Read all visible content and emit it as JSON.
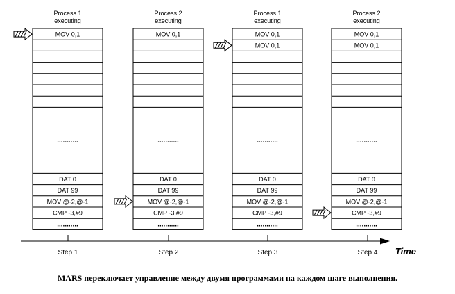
{
  "columns": [
    {
      "header_line1": "Process 1",
      "header_line2": "executing",
      "cells_top": [
        "MOV 0,1",
        "",
        "",
        "",
        "",
        "",
        ""
      ],
      "middle_text": "...........",
      "cells_bottom": [
        "DAT 0",
        "DAT 99",
        "MOV @-2,@-1",
        "CMP -3,#9",
        "..........."
      ],
      "pointer": {
        "section": "top",
        "index": 0
      }
    },
    {
      "header_line1": "Process 2",
      "header_line2": "executing",
      "cells_top": [
        "MOV 0,1",
        "",
        "",
        "",
        "",
        "",
        ""
      ],
      "middle_text": "...........",
      "cells_bottom": [
        "DAT 0",
        "DAT 99",
        "MOV @-2,@-1",
        "CMP -3,#9",
        "..........."
      ],
      "pointer": {
        "section": "bottom",
        "index": 2
      }
    },
    {
      "header_line1": "Process 1",
      "header_line2": "executing",
      "cells_top": [
        "MOV 0,1",
        "MOV 0,1",
        "",
        "",
        "",
        "",
        ""
      ],
      "middle_text": "...........",
      "cells_bottom": [
        "DAT 0",
        "DAT 99",
        "MOV @-2,@-1",
        "CMP -3,#9",
        "..........."
      ],
      "pointer": {
        "section": "top",
        "index": 1
      }
    },
    {
      "header_line1": "Process 2",
      "header_line2": "executing",
      "cells_top": [
        "MOV 0,1",
        "MOV 0,1",
        "",
        "",
        "",
        "",
        ""
      ],
      "middle_text": "...........",
      "cells_bottom": [
        "DAT 0",
        "DAT 99",
        "MOV @-2,@-1",
        "CMP -3,#9",
        "..........."
      ],
      "pointer": {
        "section": "bottom",
        "index": 3
      }
    }
  ],
  "steps": [
    "Step 1",
    "Step 2",
    "Step 3",
    "Step 4"
  ],
  "time_label": "Time",
  "caption": "MARS переключает управление между двумя программами на каждом шаге выполнения."
}
